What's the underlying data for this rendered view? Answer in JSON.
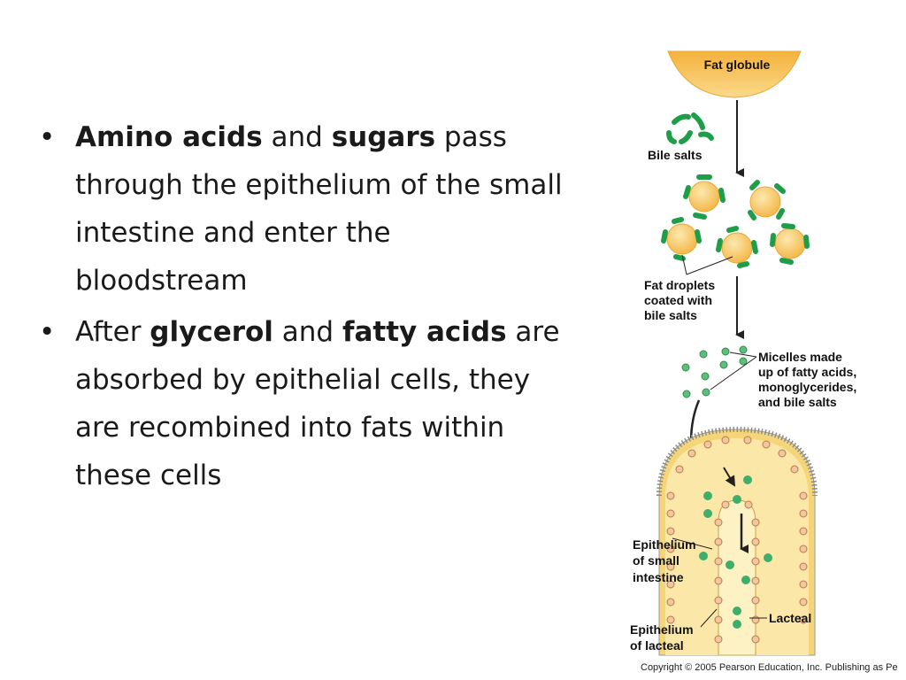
{
  "bullets": [
    {
      "marker": "•",
      "runs": [
        {
          "text": "Amino acids",
          "bold": true
        },
        {
          "text": " and ",
          "bold": false
        },
        {
          "text": "sugars",
          "bold": true
        },
        {
          "text": " pass through the epithelium of the small intestine and enter the bloodstream",
          "bold": false
        }
      ]
    },
    {
      "marker": "•",
      "runs": [
        {
          "text": "After ",
          "bold": false
        },
        {
          "text": "glycerol",
          "bold": true
        },
        {
          "text": " and ",
          "bold": false
        },
        {
          "text": "fatty acids",
          "bold": true
        },
        {
          "text": " are absorbed by epithelial cells, they are recombined into fats within these cells",
          "bold": false
        }
      ]
    }
  ],
  "figure": {
    "labels": {
      "fat_globule": "Fat globule",
      "bile_salts": "Bile salts",
      "fat_droplets": [
        "Fat droplets",
        "coated with",
        "bile salts"
      ],
      "micelles": [
        "Micelles made",
        "up of fatty acids,",
        "monoglycerides,",
        "and bile salts"
      ],
      "epithelium_small_intestine": [
        "Epithelium",
        "of small",
        "intestine"
      ],
      "lacteal": "Lacteal",
      "epithelium_lacteal": [
        "Epithelium",
        "of lacteal"
      ]
    },
    "copyright": "Copyright © 2005 Pearson Education, Inc. Publishing as Pe",
    "colors": {
      "fat": "#f7c760",
      "fat_edge": "#e6a83a",
      "bile": "#1f9e4a",
      "micelle": "#5fbf7a",
      "epithelium": "#f3d27a",
      "lacteal": "#fbe9a6",
      "arrow": "#222222"
    }
  }
}
